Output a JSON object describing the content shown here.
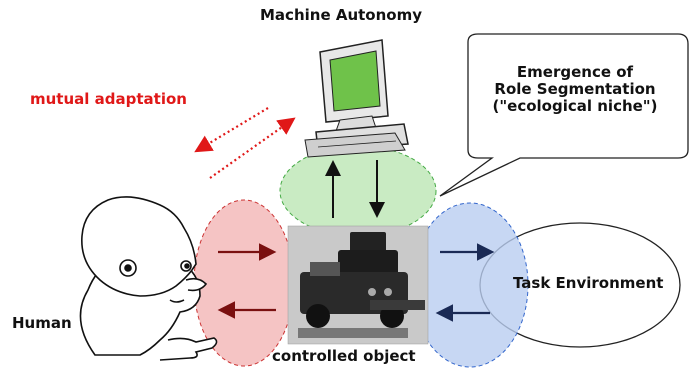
{
  "title": "Machine Autonomy",
  "mutual_adaptation": "mutual adaptation",
  "bubble": {
    "line1": "Emergence of",
    "line2": "Role Segmentation",
    "line3": "(\"ecological niche\")"
  },
  "labels": {
    "human": "Human",
    "task_environment": "Task Environment",
    "controlled_object": "controlled object"
  },
  "colors": {
    "mutual_adaptation": "#e01818",
    "human_region": "#f2b5b5",
    "machine_region": "#bfe8b8",
    "task_region": "#b9cdf0",
    "human_arrow": "#7a1010",
    "task_arrow": "#1a2a55"
  },
  "icons": [
    "person-illustration",
    "computer-icon",
    "robot-photo"
  ]
}
